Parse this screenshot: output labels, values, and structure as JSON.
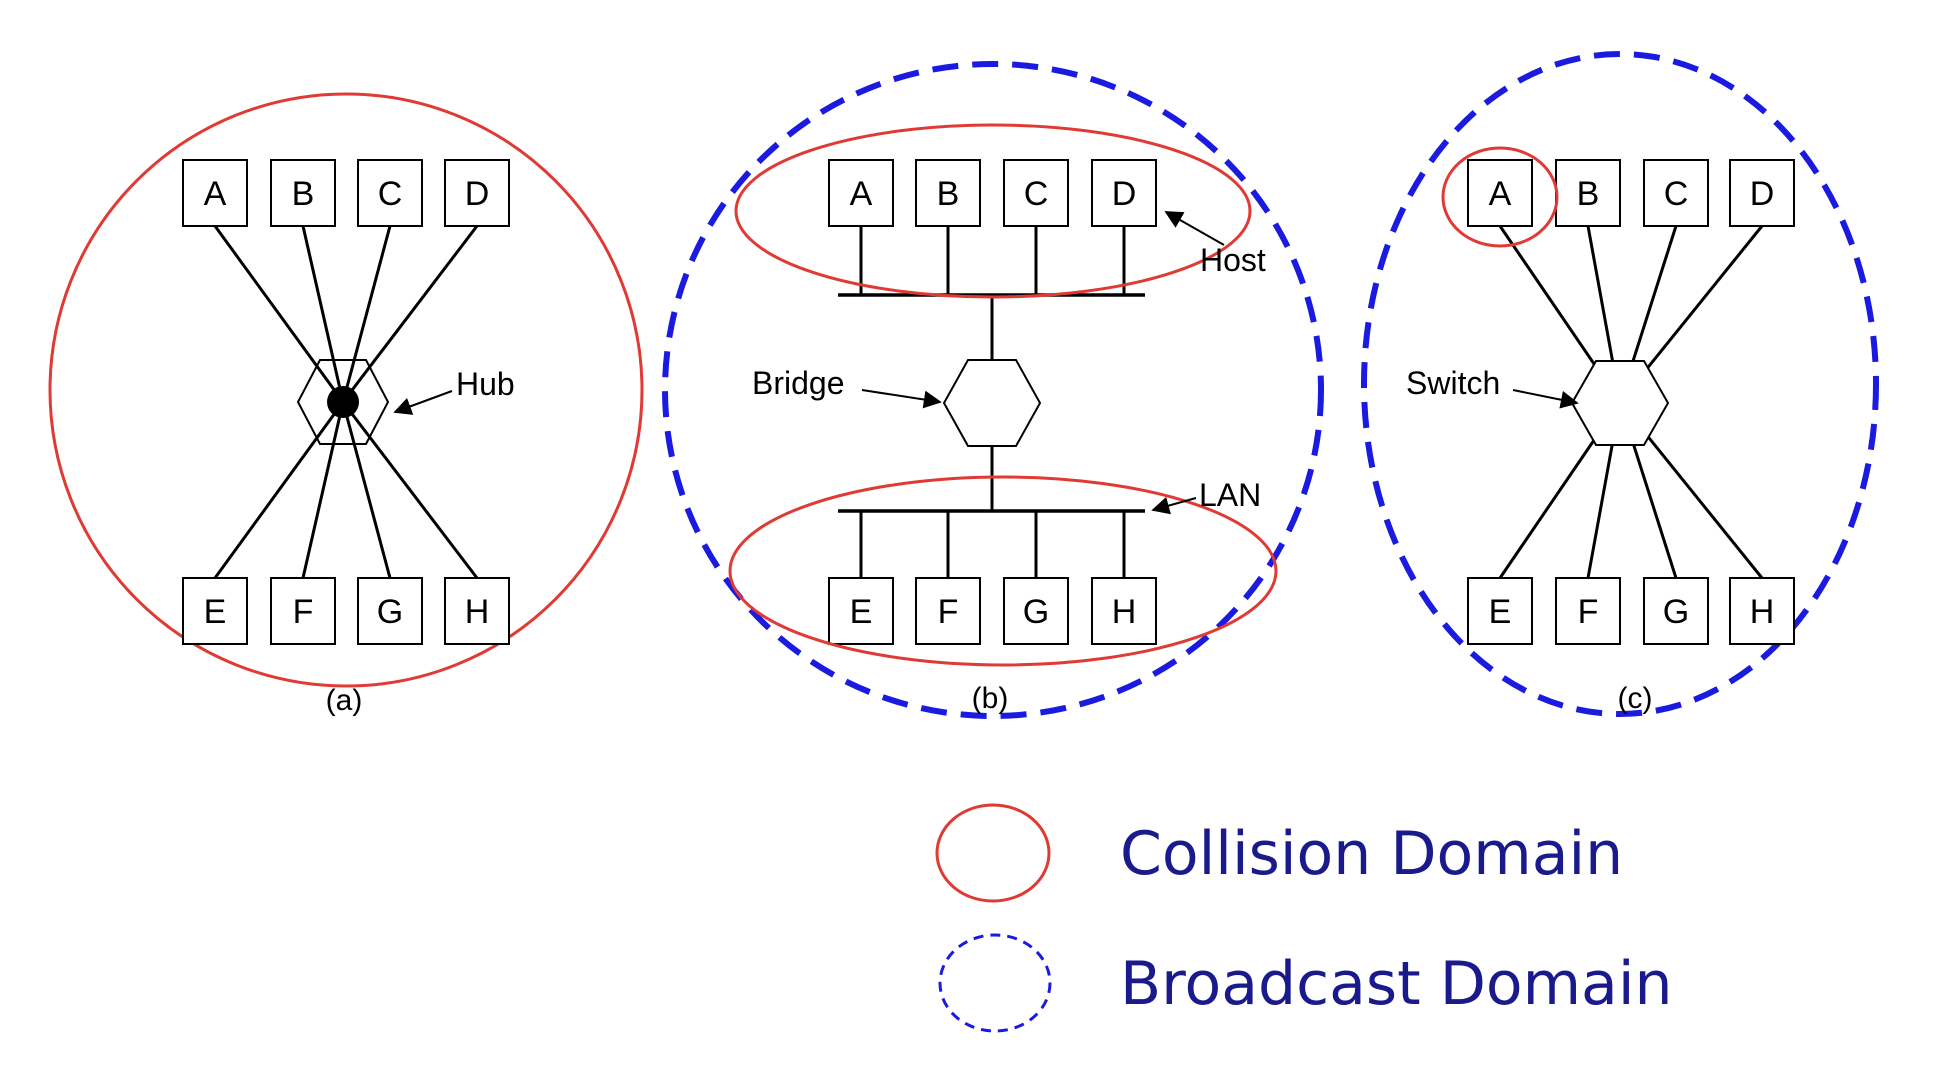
{
  "panels": [
    {
      "caption": "(a)",
      "device": "Hub",
      "top_hosts": [
        "A",
        "B",
        "C",
        "D"
      ],
      "bottom_hosts": [
        "E",
        "F",
        "G",
        "H"
      ]
    },
    {
      "caption": "(b)",
      "device": "Bridge",
      "host_callout": "Host",
      "lan_callout": "LAN",
      "top_hosts": [
        "A",
        "B",
        "C",
        "D"
      ],
      "bottom_hosts": [
        "E",
        "F",
        "G",
        "H"
      ]
    },
    {
      "caption": "(c)",
      "device": "Switch",
      "top_hosts": [
        "A",
        "B",
        "C",
        "D"
      ],
      "bottom_hosts": [
        "E",
        "F",
        "G",
        "H"
      ]
    }
  ],
  "legend": {
    "collision_label": "Collision Domain",
    "broadcast_label": "Broadcast Domain"
  },
  "colors": {
    "collision_domain": "#e03a34",
    "broadcast_domain": "#1a1ae0",
    "legend_text": "#1a1a8c"
  }
}
